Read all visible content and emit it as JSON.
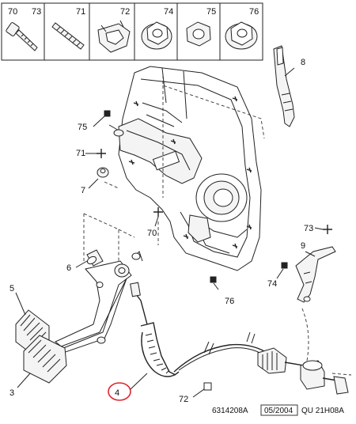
{
  "header_parts": [
    {
      "key": "70",
      "label": "70"
    },
    {
      "key": "73",
      "label": "73"
    },
    {
      "key": "71",
      "label": "71"
    },
    {
      "key": "72",
      "label": "72"
    },
    {
      "key": "74",
      "label": "74"
    },
    {
      "key": "75",
      "label": "75"
    },
    {
      "key": "76",
      "label": "76"
    }
  ],
  "callouts": {
    "c8": "8",
    "c75": "75",
    "c71": "71",
    "c7": "7",
    "c70": "70",
    "c73": "73",
    "c9": "9",
    "c74": "74",
    "c6": "6",
    "c76": "76",
    "c5": "5",
    "c3": "3",
    "c4": "4",
    "c72": "72"
  },
  "footer": {
    "ref_code": "6314208A",
    "date": "05/2004",
    "model_code": "QU 21H08A"
  },
  "colors": {
    "highlight_circle": "#d9262c",
    "line": "#222222"
  }
}
